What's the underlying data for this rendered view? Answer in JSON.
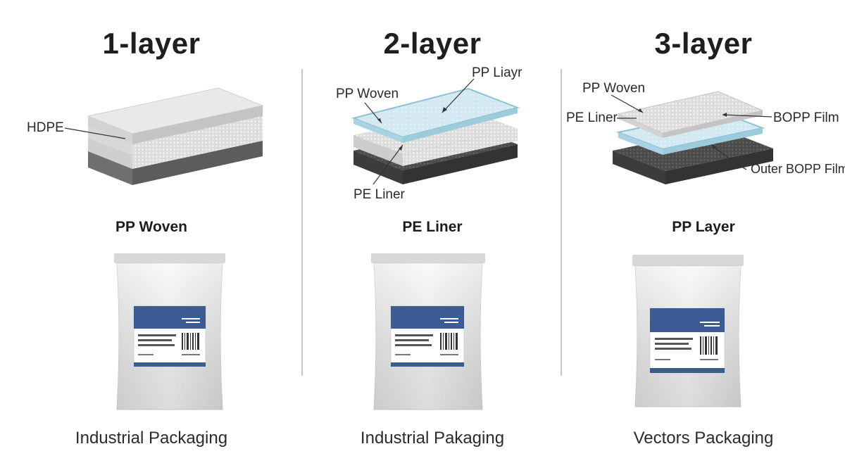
{
  "columns": [
    {
      "title": "1-layer",
      "labels": {
        "a": "HDPE"
      },
      "subtitle": "PP Woven",
      "caption": "Industrial Packaging"
    },
    {
      "title": "2-layer",
      "labels": {
        "a": "PP Liayr",
        "b": "PP Woven",
        "c": "PE Liner"
      },
      "subtitle": "PE Liner",
      "caption": "Industrial Pakaging"
    },
    {
      "title": "3-layer",
      "labels": {
        "a": "PP Woven",
        "b": "PE Liner",
        "c": "BOPP Film",
        "d": "Outer BOPP Film"
      },
      "subtitle": "PP Layer",
      "caption": "Vectors Packaging"
    }
  ],
  "colors": {
    "label_band": "#3c5a94",
    "layer_white": "#ebebeb",
    "layer_blue": "#cfe6ef",
    "layer_dark": "#4a4a4a",
    "bag": "#e6e6e6"
  },
  "icons": [
    "layer-stack-icon",
    "packaging-bag-icon",
    "barcode-icon"
  ]
}
